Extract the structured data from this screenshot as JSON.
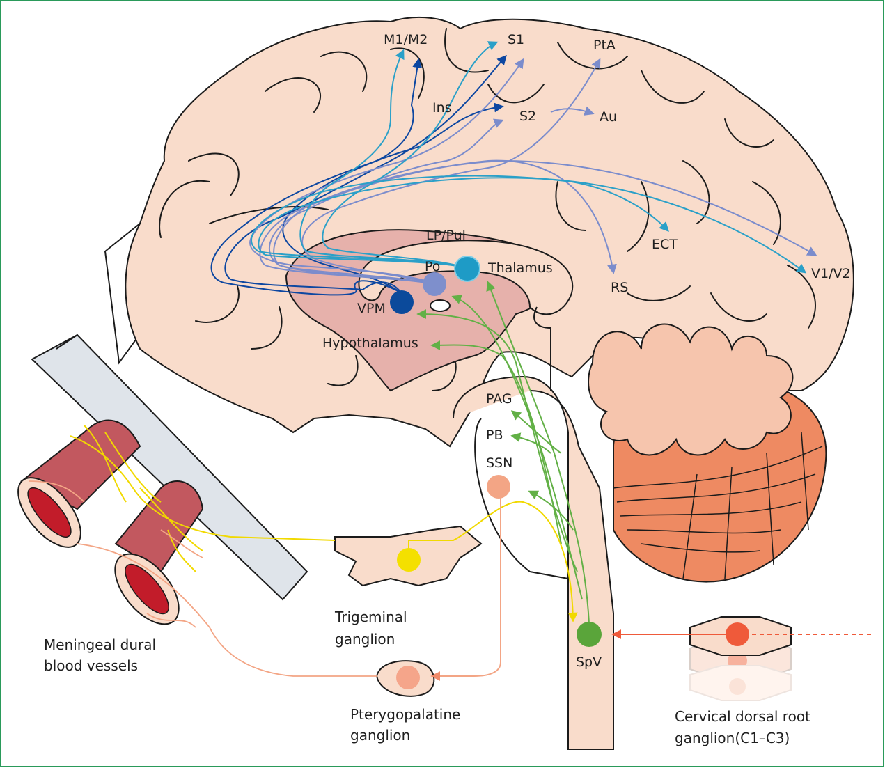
{
  "labels": {
    "m1m2": "M1/M2",
    "s1": "S1",
    "pta": "PtA",
    "ins": "Ins",
    "s2": "S2",
    "au": "Au",
    "lppul": "LP/Pul",
    "po": "Po",
    "thalamus": "Thalamus",
    "vpm": "VPM",
    "ect": "ECT",
    "rs": "RS",
    "v1v2": "V1/V2",
    "hypothalamus": "Hypothalamus",
    "pag": "PAG",
    "pb": "PB",
    "ssn": "SSN",
    "spv": "SpV",
    "trigeminal_1": "Trigeminal",
    "trigeminal_2": "ganglion",
    "pterygo_1": "Pterygopalatine",
    "pterygo_2": "ganglion",
    "meningeal_1": "Meningeal dural",
    "meningeal_2": "blood vessels",
    "cervical_1": "Cervical dorsal root",
    "cervical_2": "ganglion(C1–C3)"
  },
  "colors": {
    "brain_fill": "#f9dccb",
    "thalamus_region": "#e6b1ab",
    "vpm_node": "#0b4a9b",
    "po_node": "#7e8fcc",
    "lppul_node": "#1e9bc6",
    "spv_node": "#5aa53a",
    "ssn_node": "#f3a585",
    "trigeminal_node": "#f4e000",
    "pterygo_node": "#f5a58a",
    "cervical_node": "#ef5a3a",
    "vessel": "#c2585f",
    "cerebellum_lower": "#ee8a62"
  }
}
